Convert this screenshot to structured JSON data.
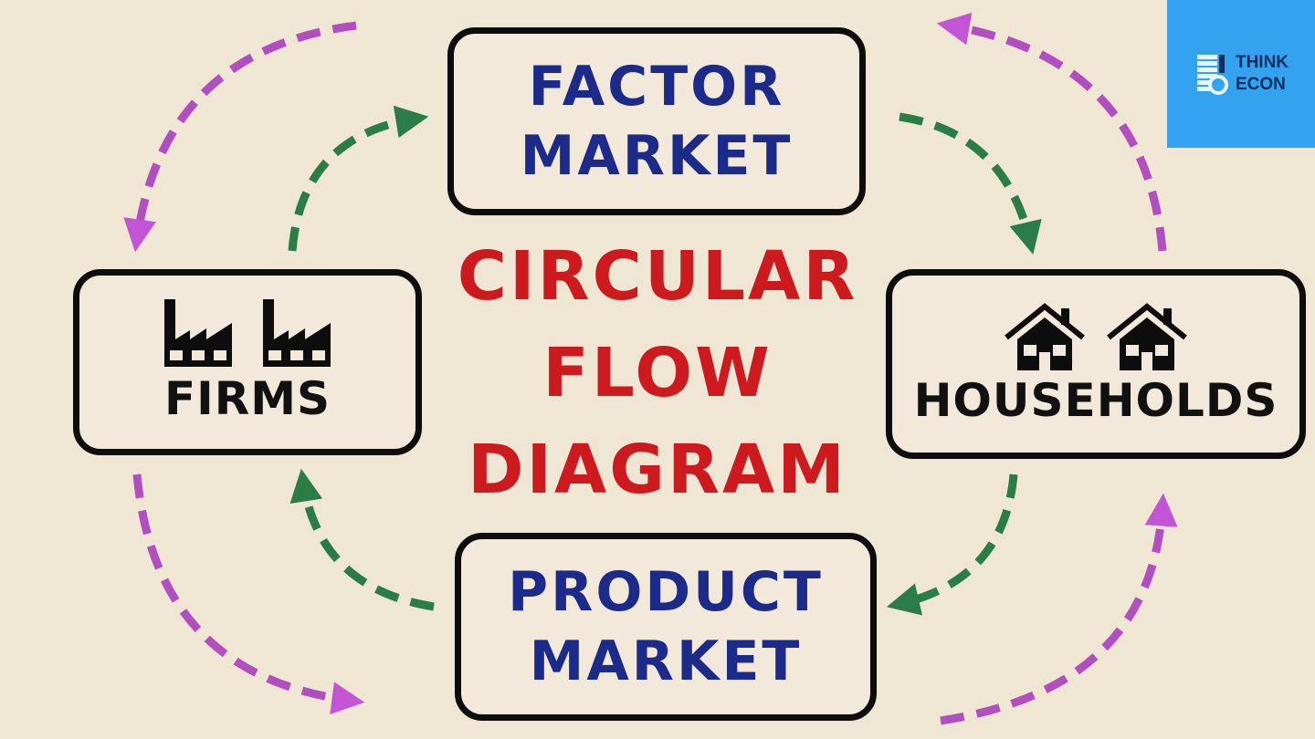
{
  "title": {
    "lines": [
      "CIRCULAR",
      "FLOW",
      "DIAGRAM"
    ],
    "color": "#cc1a1f"
  },
  "logo": {
    "line1": "THINK",
    "line2": "ECON",
    "background": "#33a3ef",
    "icon": "coin-stack-icon"
  },
  "nodes": {
    "factor_market": {
      "line1": "FACTOR",
      "line2": "MARKET",
      "color": "#1c2a8a"
    },
    "product_market": {
      "line1": "PRODUCT",
      "line2": "MARKET",
      "color": "#1c2a8a"
    },
    "firms": {
      "label": "FIRMS",
      "icon": "factory-icon",
      "icon_count": 2
    },
    "households": {
      "label": "HOUSEHOLDS",
      "icon": "house-icon",
      "icon_count": 2
    }
  },
  "flows": {
    "inner_color": "#2a7d46",
    "outer_color": "#b24fc0",
    "inner": [
      {
        "from": "firms",
        "to": "factor_market"
      },
      {
        "from": "factor_market",
        "to": "households"
      },
      {
        "from": "households",
        "to": "product_market"
      },
      {
        "from": "product_market",
        "to": "firms"
      }
    ],
    "outer": [
      {
        "from": "factor_market",
        "to": "firms"
      },
      {
        "from": "firms",
        "to": "product_market"
      },
      {
        "from": "product_market",
        "to": "households"
      },
      {
        "from": "households",
        "to": "factor_market"
      }
    ]
  }
}
